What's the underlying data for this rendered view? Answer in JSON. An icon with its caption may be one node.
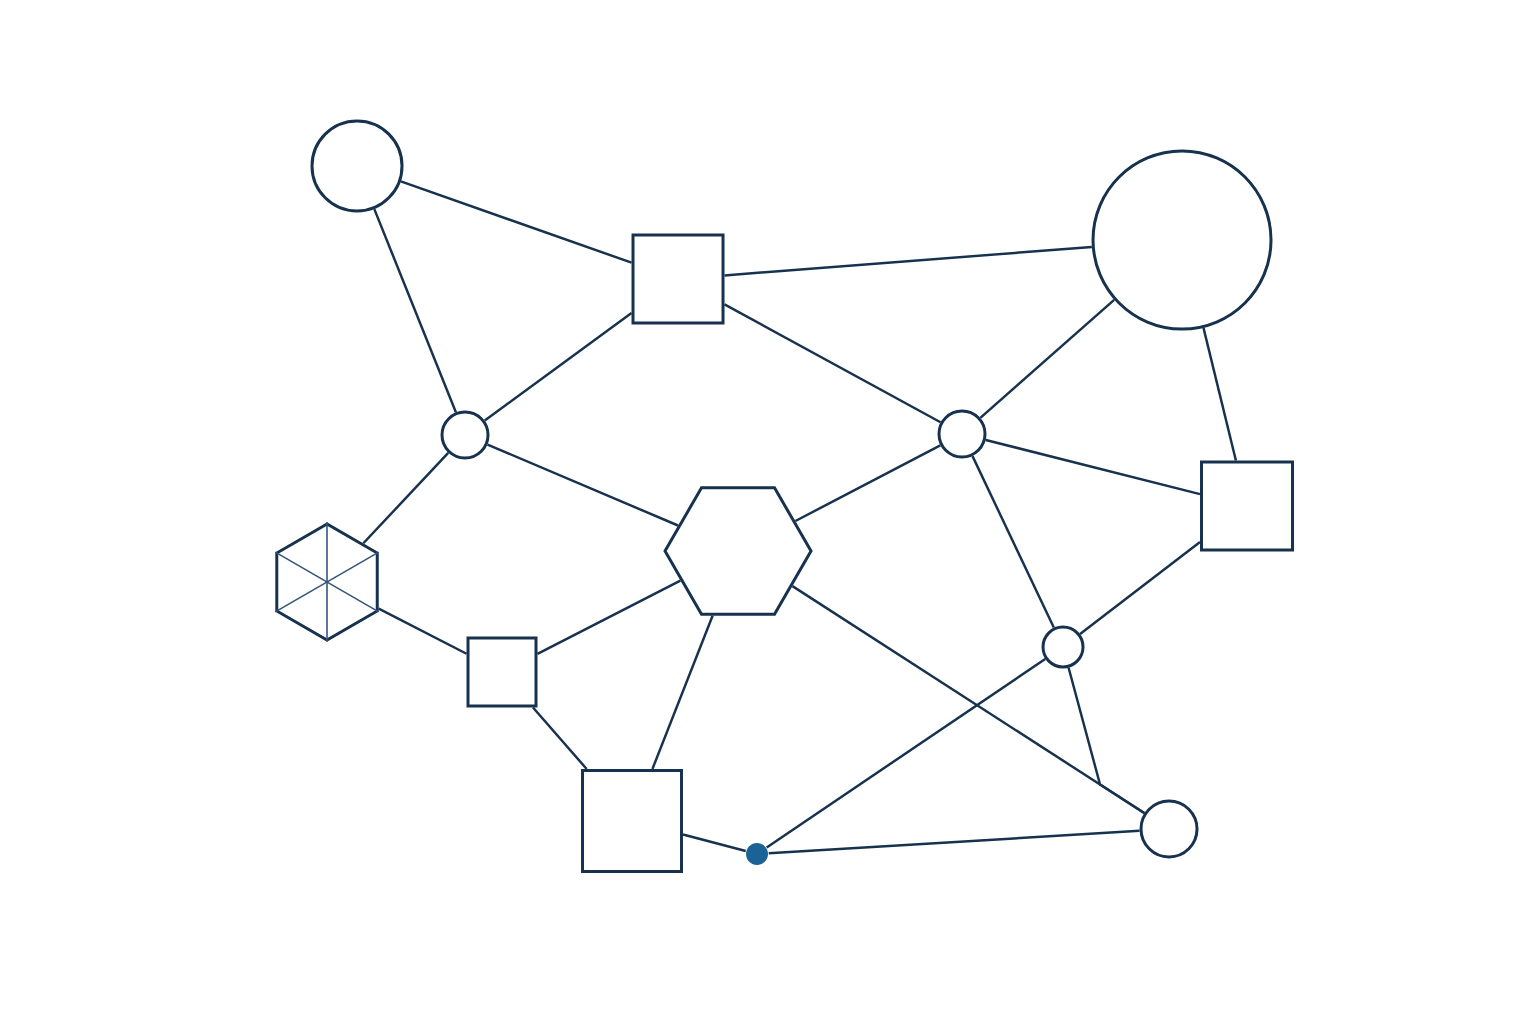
{
  "diagram": {
    "nodes": [
      {
        "text": [],
        "shape": "circle"
      },
      {
        "text": [],
        "shape": "box"
      },
      {
        "text": [],
        "shape": "circle"
      },
      {
        "text": [],
        "shape": "circle"
      },
      {
        "text": [],
        "shape": "circle"
      },
      {
        "text": [],
        "shape": "hexagon"
      },
      {
        "text": [],
        "shape": "hexagon"
      },
      {
        "text": [],
        "shape": "box"
      },
      {
        "text": [],
        "shape": "box"
      },
      {
        "text": [],
        "shape": "circle"
      },
      {
        "text": [],
        "shape": "box"
      },
      {
        "text": [],
        "shape": "dot"
      },
      {
        "text": [],
        "shape": "circle"
      }
    ],
    "edges": [
      {
        "from": 0,
        "to": 1,
        "arrow": "none"
      },
      {
        "from": 0,
        "to": 3,
        "arrow": "none"
      },
      {
        "from": 1,
        "to": 2,
        "arrow": "none"
      },
      {
        "from": 1,
        "to": 3,
        "arrow": "none"
      },
      {
        "from": 1,
        "to": 4,
        "arrow": "none"
      },
      {
        "from": 2,
        "to": 4,
        "arrow": "none"
      },
      {
        "from": 2,
        "to": 7,
        "arrow": "none"
      },
      {
        "from": 3,
        "to": 5,
        "arrow": "none"
      },
      {
        "from": 3,
        "to": 6,
        "arrow": "none"
      },
      {
        "from": 4,
        "to": 6,
        "arrow": "none"
      },
      {
        "from": 4,
        "to": 7,
        "arrow": "none"
      },
      {
        "from": 4,
        "to": 9,
        "arrow": "none"
      },
      {
        "from": 7,
        "to": 9,
        "arrow": "none"
      },
      {
        "from": 5,
        "to": 8,
        "arrow": "none"
      },
      {
        "from": 6,
        "to": 8,
        "arrow": "none"
      },
      {
        "from": 6,
        "to": 10,
        "arrow": "none"
      },
      {
        "from": 6,
        "to": 12,
        "arrow": "none"
      },
      {
        "from": 8,
        "to": 10,
        "arrow": "none"
      },
      {
        "from": 10,
        "to": 11,
        "arrow": "none"
      },
      {
        "from": 11,
        "to": 9,
        "arrow": "none"
      },
      {
        "from": 11,
        "to": 12,
        "arrow": "none"
      },
      {
        "from": 9,
        "to": 12,
        "arrow": "none"
      }
    ]
  }
}
